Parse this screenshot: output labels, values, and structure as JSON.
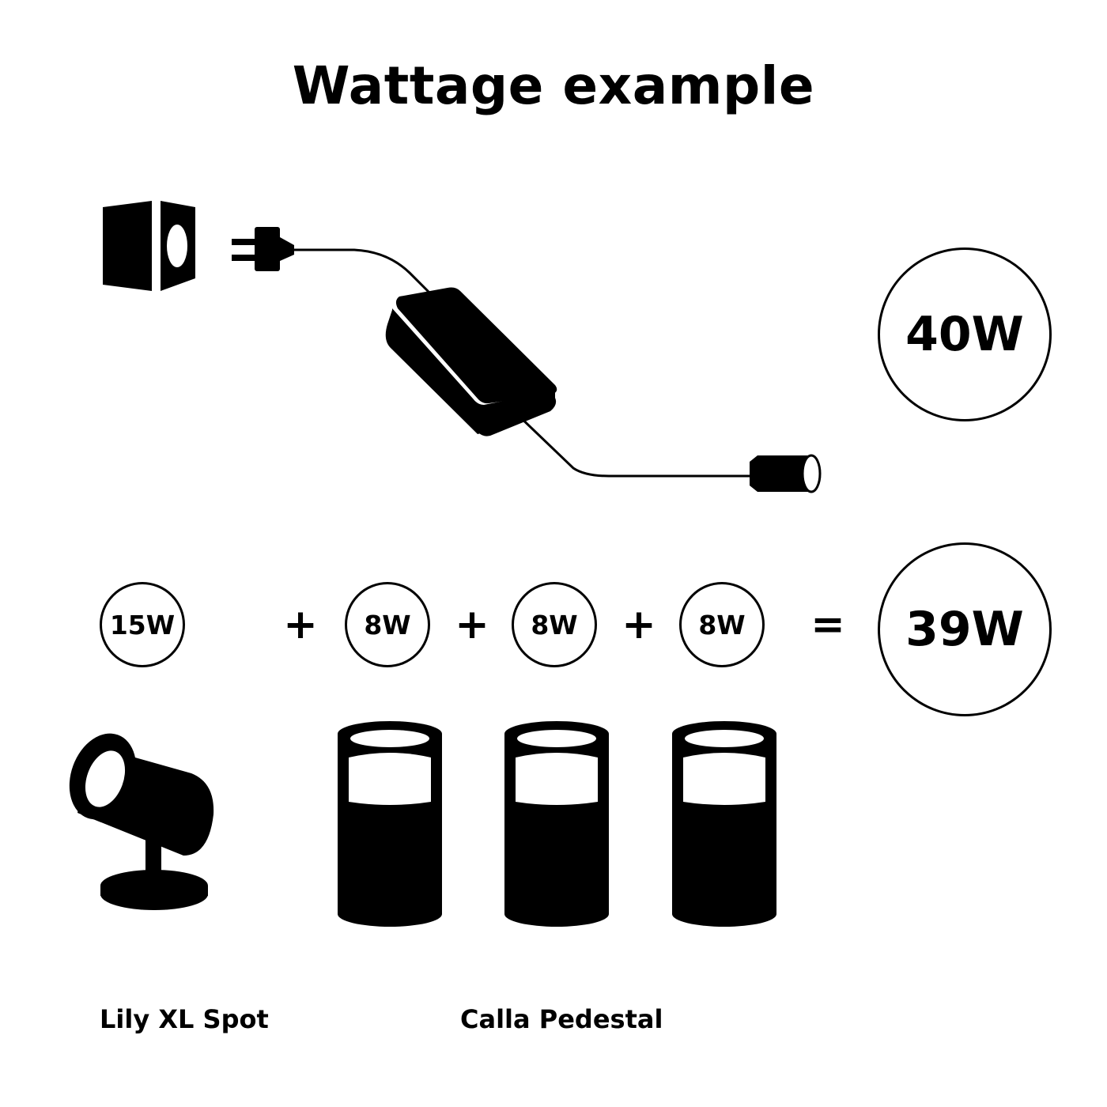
{
  "title": "Wattage example",
  "power_supply": {
    "wattage": "40W"
  },
  "equation": {
    "terms": [
      {
        "wattage": "15W"
      },
      {
        "wattage": "8W"
      },
      {
        "wattage": "8W"
      },
      {
        "wattage": "8W"
      }
    ],
    "operators": [
      "+",
      "+",
      "+",
      "="
    ],
    "total": "39W"
  },
  "labels": {
    "spot": "Lily XL Spot",
    "pedestal": "Calla Pedestal"
  },
  "colors": {
    "ink": "#000000",
    "background": "#ffffff"
  }
}
